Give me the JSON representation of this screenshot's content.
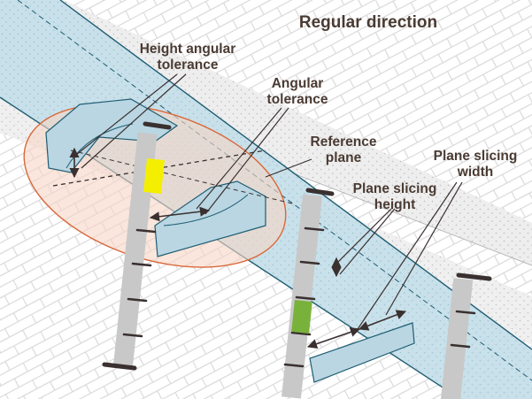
{
  "title": "Regular direction",
  "labels": {
    "height_angular_tolerance": [
      "Height angular",
      "tolerance"
    ],
    "angular_tolerance": [
      "Angular",
      "tolerance"
    ],
    "reference_plane": [
      "Reference",
      "plane"
    ],
    "plane_slicing_height": [
      "Plane slicing",
      "height"
    ],
    "plane_slicing_width": [
      "Plane slicing",
      "width"
    ]
  },
  "icons": {
    "boreholes": "borehole-icon",
    "highlight_segments": "highlight-segment-icon",
    "tolerance_ellipse": "tolerance-ellipse-icon",
    "arrows": "dimension-arrow-icon"
  },
  "colors": {
    "text": "#4a3b33",
    "slab_fill": "#cfe3ec",
    "slab_edge": "#1f5d73",
    "ellipse_fill": "#f6d5c4",
    "ellipse_edge": "#d9683a",
    "borehole": "#c8c8c8",
    "tick": "#3a3030",
    "highlight_yellow": "#f4ef00",
    "highlight_green": "#79b23a"
  }
}
